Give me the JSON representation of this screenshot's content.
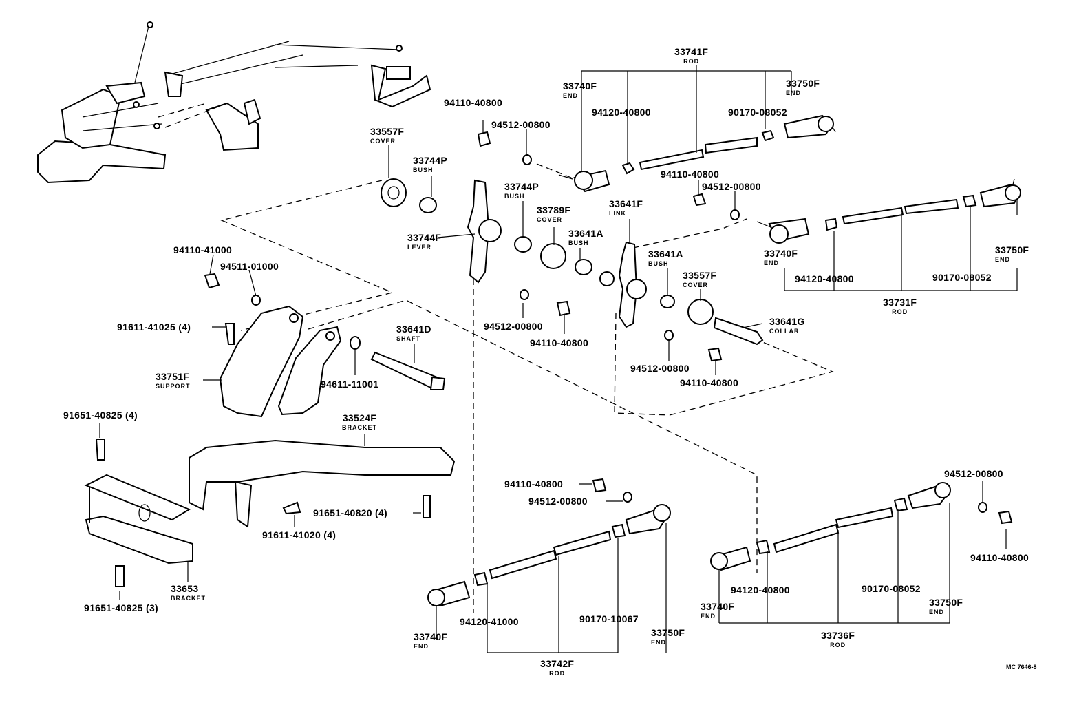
{
  "labels": {
    "rod_33741f": {
      "num": "33741F",
      "sub": "ROD"
    },
    "end_33740f_top": {
      "num": "33740F",
      "sub": "END"
    },
    "end_33750f_top": {
      "num": "33750F",
      "sub": "END"
    },
    "nut_94110_40800_a": {
      "num": "94110-40800"
    },
    "washer_94512_00800_a": {
      "num": "94512-00800"
    },
    "nut_94120_40800_a": {
      "num": "94120-40800"
    },
    "nut_90170_08052_a": {
      "num": "90170-08052"
    },
    "cover_33557f_a": {
      "num": "33557F",
      "sub": "COVER"
    },
    "bush_33744p_a": {
      "num": "33744P",
      "sub": "BUSH"
    },
    "bush_33744p_b": {
      "num": "33744P",
      "sub": "BUSH"
    },
    "nut_94110_40800_b": {
      "num": "94110-40800"
    },
    "washer_94512_00800_b": {
      "num": "94512-00800"
    },
    "link_33641f": {
      "num": "33641F",
      "sub": "LINK"
    },
    "cover_33789f": {
      "num": "33789F",
      "sub": "COVER"
    },
    "bush_33641a_a": {
      "num": "33641A",
      "sub": "BUSH"
    },
    "lever_33744f": {
      "num": "33744F",
      "sub": "LEVER"
    },
    "end_33740f_mid": {
      "num": "33740F",
      "sub": "END"
    },
    "end_33750f_mid": {
      "num": "33750F",
      "sub": "END"
    },
    "bush_33641a_b": {
      "num": "33641A",
      "sub": "BUSH"
    },
    "cover_33557f_b": {
      "num": "33557F",
      "sub": "COVER"
    },
    "nut_94120_40800_b": {
      "num": "94120-40800"
    },
    "nut_90170_08052_b": {
      "num": "90170-08052"
    },
    "rod_33731f": {
      "num": "33731F",
      "sub": "ROD"
    },
    "nut_94110_41000": {
      "num": "94110-41000"
    },
    "washer_94511_01000": {
      "num": "94511-01000"
    },
    "bolt_91611_41025": {
      "num": "91611-41025 (4)"
    },
    "washer_94512_00800_c": {
      "num": "94512-00800"
    },
    "nut_94110_40800_c": {
      "num": "94110-40800"
    },
    "collar_33641g": {
      "num": "33641G",
      "sub": "COLLAR"
    },
    "shaft_33641d": {
      "num": "33641D",
      "sub": "SHAFT"
    },
    "support_33751f": {
      "num": "33751F",
      "sub": "SUPPORT"
    },
    "washer_94611_11001": {
      "num": "94611-11001"
    },
    "washer_94512_00800_d": {
      "num": "94512-00800"
    },
    "nut_94110_40800_d": {
      "num": "94110-40800"
    },
    "bolt_91651_40825_a": {
      "num": "91651-40825 (4)"
    },
    "bracket_33524f": {
      "num": "33524F",
      "sub": "BRACKET"
    },
    "nut_94110_40800_e": {
      "num": "94110-40800"
    },
    "washer_94512_00800_e": {
      "num": "94512-00800"
    },
    "bolt_91651_40820": {
      "num": "91651-40820 (4)"
    },
    "bolt_91611_41020": {
      "num": "91611-41020 (4)"
    },
    "washer_94512_00800_f": {
      "num": "94512-00800"
    },
    "nut_94110_40800_f": {
      "num": "94110-40800"
    },
    "bracket_33653": {
      "num": "33653",
      "sub": "BRACKET"
    },
    "bolt_91651_40825_b": {
      "num": "91651-40825 (3)"
    },
    "end_33740f_low": {
      "num": "33740F",
      "sub": "END"
    },
    "nut_94120_41000": {
      "num": "94120-41000"
    },
    "nut_90170_10067": {
      "num": "90170-10067"
    },
    "end_33750f_low": {
      "num": "33750F",
      "sub": "END"
    },
    "rod_33742f": {
      "num": "33742F",
      "sub": "ROD"
    },
    "end_33740f_right": {
      "num": "33740F",
      "sub": "END"
    },
    "nut_94120_40800_c": {
      "num": "94120-40800"
    },
    "nut_90170_08052_c": {
      "num": "90170-08052"
    },
    "end_33750f_right": {
      "num": "33750F",
      "sub": "END"
    },
    "rod_33736f": {
      "num": "33736F",
      "sub": "ROD"
    }
  },
  "drawing_code": "MC 7646-8"
}
